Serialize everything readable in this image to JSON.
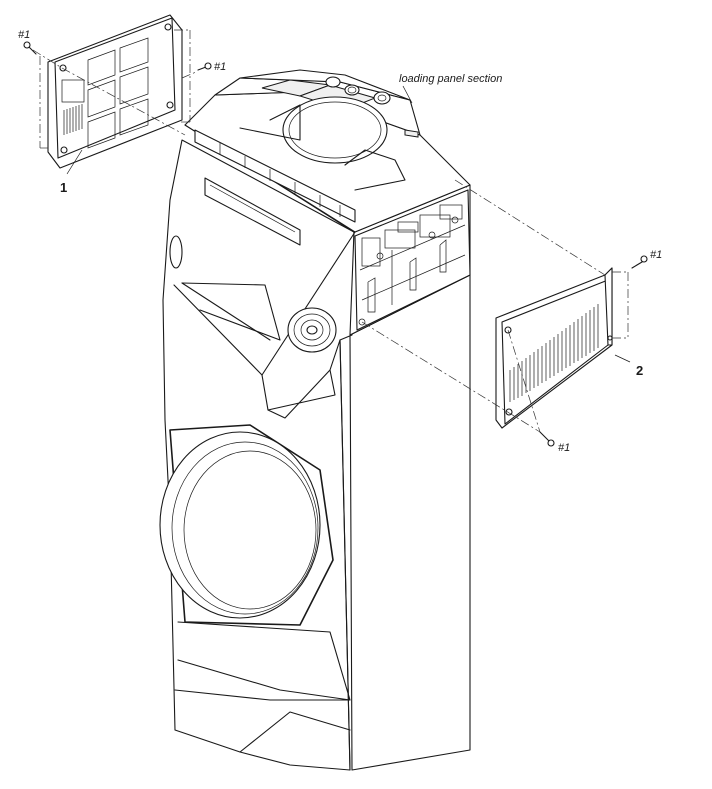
{
  "labels": {
    "section": "loading panel section",
    "part1": "1",
    "part2": "2",
    "screw": "#1"
  },
  "colors": {
    "line": "#1a1a1a",
    "background": "#ffffff"
  }
}
